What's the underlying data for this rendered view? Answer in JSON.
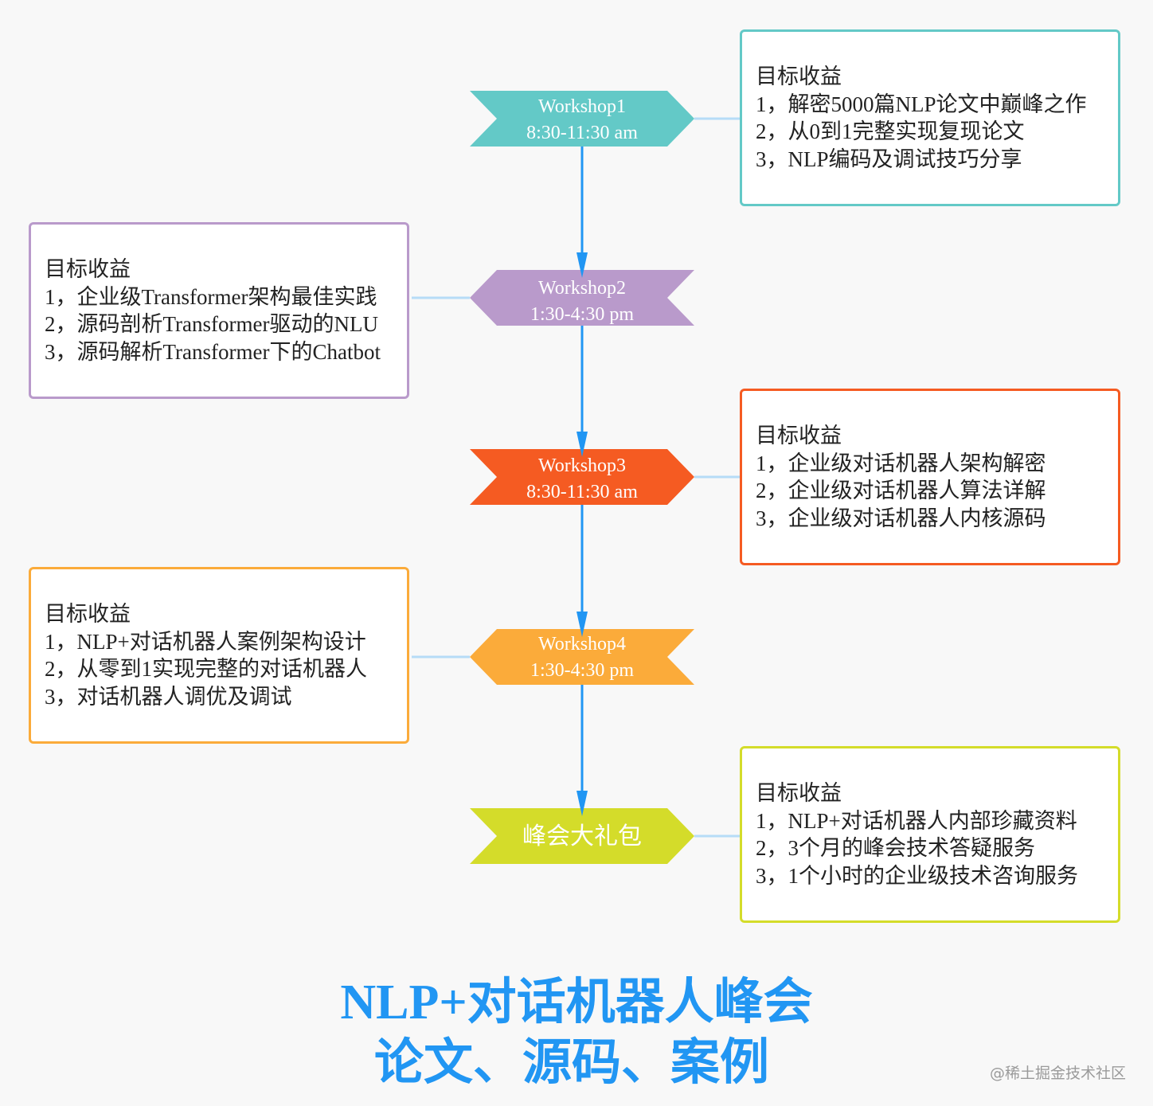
{
  "colors": {
    "background": "#f8f8f8",
    "flow_arrow": "#2196f3",
    "connector": "#b6dcf7",
    "title": "#2196f3"
  },
  "workshops": [
    {
      "name": "Workshop1",
      "time": "8:30-11:30 am",
      "color": "#63c9c7",
      "direction": "right",
      "side": "right",
      "box": {
        "heading": "目标收益",
        "items": [
          "1，解密5000篇NLP论文中巅峰之作",
          "2，从0到1完整实现复现论文",
          "3，NLP编码及调试技巧分享"
        ]
      }
    },
    {
      "name": "Workshop2",
      "time": "1:30-4:30 pm",
      "color": "#b99acb",
      "direction": "left",
      "side": "left",
      "box": {
        "heading": "目标收益",
        "items": [
          "1，企业级Transformer架构最佳实践",
          "2，源码剖析Transformer驱动的NLU",
          "3，源码解析Transformer下的Chatbot"
        ]
      }
    },
    {
      "name": "Workshop3",
      "time": "8:30-11:30 am",
      "color": "#f55b22",
      "direction": "right",
      "side": "right",
      "box": {
        "heading": "目标收益",
        "items": [
          "1，企业级对话机器人架构解密",
          "2，企业级对话机器人算法详解",
          "3，企业级对话机器人内核源码"
        ]
      }
    },
    {
      "name": "Workshop4",
      "time": "1:30-4:30 pm",
      "color": "#fbab3a",
      "direction": "left",
      "side": "left",
      "box": {
        "heading": "目标收益",
        "items": [
          "1，NLP+对话机器人案例架构设计",
          "2，从零到1实现完整的对话机器人",
          "3，对话机器人调优及调试"
        ]
      }
    },
    {
      "name": "峰会大礼包",
      "time": "",
      "color": "#d4dc2a",
      "direction": "right",
      "side": "right",
      "box": {
        "heading": "目标收益",
        "items": [
          "1，NLP+对话机器人内部珍藏资料",
          "2，3个月的峰会技术答疑服务",
          "3，1个小时的企业级技术咨询服务"
        ]
      }
    }
  ],
  "title": {
    "line1": "NLP+对话机器人峰会",
    "line2": "论文、源码、案例"
  },
  "watermark": "@稀土掘金技术社区"
}
